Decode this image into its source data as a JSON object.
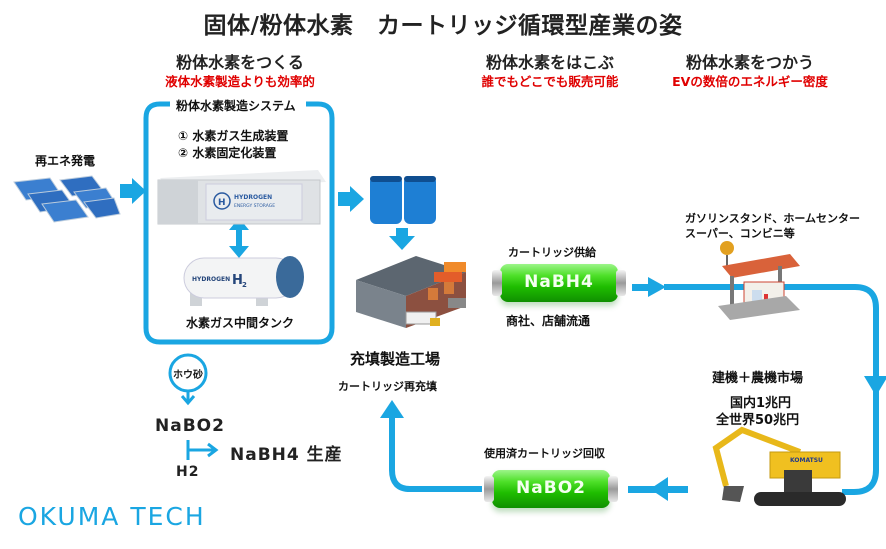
{
  "title": "固体/粉体水素　カートリッジ循環型産業の姿",
  "sections": {
    "make": {
      "heading": "粉体水素をつくる",
      "subheading": "液体水素製造よりも効率的"
    },
    "carry": {
      "heading": "粉体水素をはこぶ",
      "subheading": "誰でもどこでも販売可能"
    },
    "use": {
      "heading": "粉体水素をつかう",
      "subheading": "EVの数倍のエネルギー密度"
    }
  },
  "renewable": {
    "label": "再エネ発電",
    "icon": "solar-panel-icon"
  },
  "system": {
    "title": "粉体水素製造システム",
    "items": [
      "① 水素ガス生成装置",
      "② 水素固定化装置"
    ],
    "container_text": [
      "HYDROGEN",
      "ENERGY STORAGE"
    ],
    "tank_text": "HYDROGEN",
    "tank_formula": "H₂",
    "tank_label": "水素ガス中間タンク"
  },
  "factory": {
    "label": "充填製造工場",
    "refill_label": "カートリッジ再充填",
    "icon": "factory-icon"
  },
  "supply": {
    "label": "カートリッジ供給",
    "battery": "NaBH4",
    "distribution": "商社、店舗流通"
  },
  "retail": {
    "label_line1": "ガソリンスタンド、ホームセンター",
    "label_line2": "スーパー、コンビニ等",
    "icon": "gas-station-icon"
  },
  "market": {
    "title": "建機＋農機市場",
    "domestic": "国内1兆円",
    "global": "全世界50兆円",
    "icon": "excavator-icon",
    "excavator_brand": "KOMATSU"
  },
  "recovery": {
    "label": "使用済カートリッジ回収",
    "battery": "NaBO2"
  },
  "chemistry": {
    "source": "ホウ砂",
    "intermediate": "NaBO2",
    "reactant": "H2",
    "product": "NaBH4 生産"
  },
  "logo": "OKUMA TECH",
  "colors": {
    "flow_blue": "#1aa6e2",
    "accent_red": "#e00000",
    "battery_green": "#2fcf12"
  }
}
